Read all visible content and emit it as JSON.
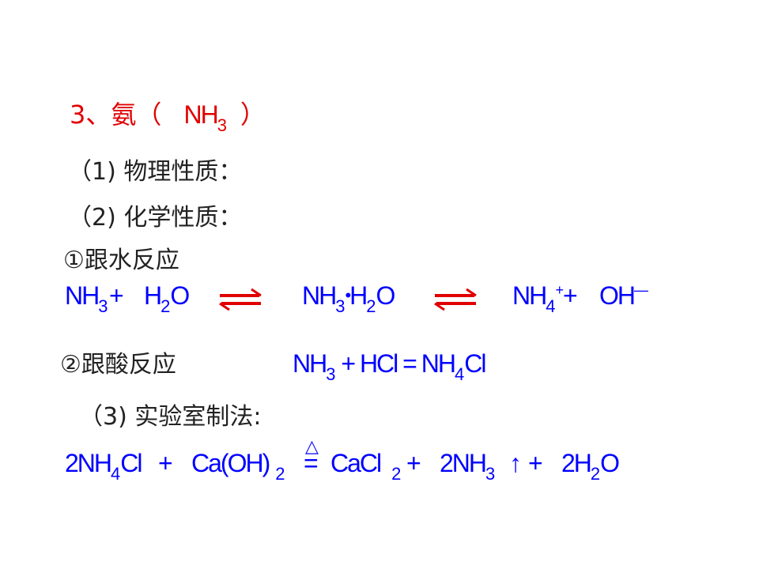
{
  "colors": {
    "heading": "#e00000",
    "formula": "#0000ff",
    "text": "#222222",
    "arrow": "#e00000"
  },
  "heading": {
    "prefix": "3、氨（",
    "formula_main": "NH",
    "formula_sub": "3",
    "suffix": "）"
  },
  "sections": {
    "physical": "（1) 物理性质：",
    "chemical": "（2) 化学性质：",
    "water": "①跟水反应",
    "acid": "②跟酸反应",
    "lab": "（3) 实验室制法:"
  },
  "eq_water": {
    "a": "NH",
    "a_sub": "3",
    "plus1": " + ",
    "b": "H",
    "b_sub": "2",
    "b2": "O",
    "c": "NH",
    "c_sub": "3",
    "dot": "•",
    "d": "H",
    "d_sub": "2",
    "d2": "O",
    "e": "NH",
    "e_sub": "4",
    "e_sup": "+",
    "plus2": " + ",
    "f": "OH",
    "f_sup": "—"
  },
  "eq_acid": {
    "a": "NH",
    "a_sub": "3",
    "plus": " + ",
    "b": "HCl",
    "eq": " = ",
    "c": "NH",
    "c_sub": "4",
    "c2": "Cl"
  },
  "eq_lab": {
    "a": "2NH",
    "a_sub": "4",
    "a2": "Cl",
    "plus1": " + ",
    "b": "Ca(OH)",
    "b_sub": "2",
    "cond": "△",
    "eq": "=",
    "c": "CaCl",
    "c_sub": "2",
    "plus2": " + ",
    "d": "2NH",
    "d_sub": "3",
    "up": "↑",
    "plus3": " + ",
    "e": "2H",
    "e_sub": "2",
    "e2": "O"
  }
}
